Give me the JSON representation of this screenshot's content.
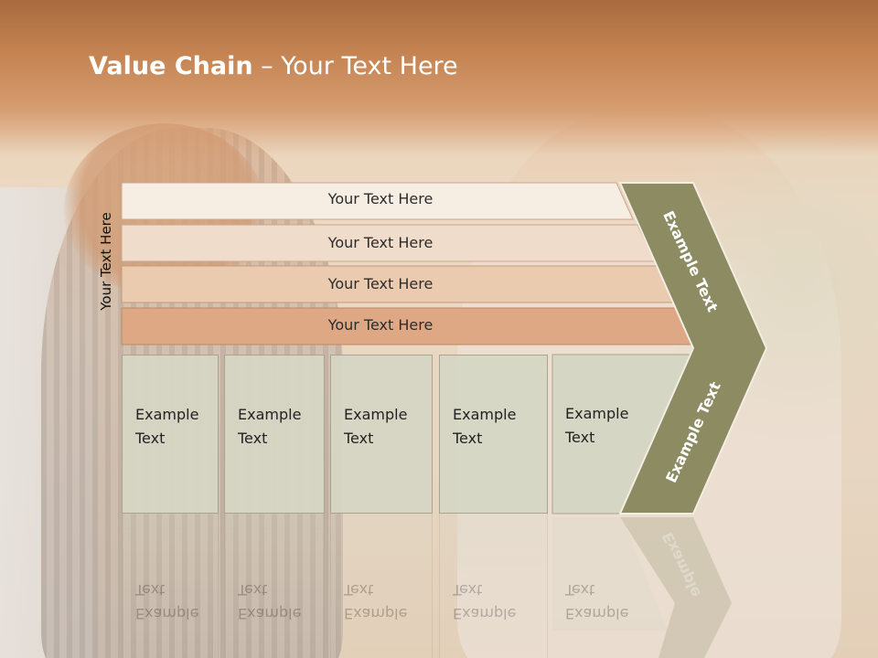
{
  "title": {
    "bold": "Value Chain",
    "rest": " – Your Text Here"
  },
  "side_label": "Your Text Here",
  "bars": [
    {
      "label": "Your Text Here"
    },
    {
      "label": "Your Text Here"
    },
    {
      "label": "Your Text Here"
    },
    {
      "label": "Your Text Here"
    }
  ],
  "columns": [
    {
      "line1": "Example",
      "line2": "Text"
    },
    {
      "line1": "Example",
      "line2": "Text"
    },
    {
      "line1": "Example",
      "line2": "Text"
    },
    {
      "line1": "Example",
      "line2": "Text"
    },
    {
      "line1": "Example",
      "line2": "Text"
    }
  ],
  "chevron": {
    "top_text": "Example Text",
    "bottom_text": "Example Text",
    "reflection_text": "Example"
  },
  "colors": {
    "bar1": "#f6ede3",
    "bar2": "#f0dccb",
    "bar3": "#ebcbb0",
    "bar4": "#dfa885",
    "chevron": "#8c8b62",
    "column": "#d6d6c4",
    "title": "#ffffff"
  }
}
